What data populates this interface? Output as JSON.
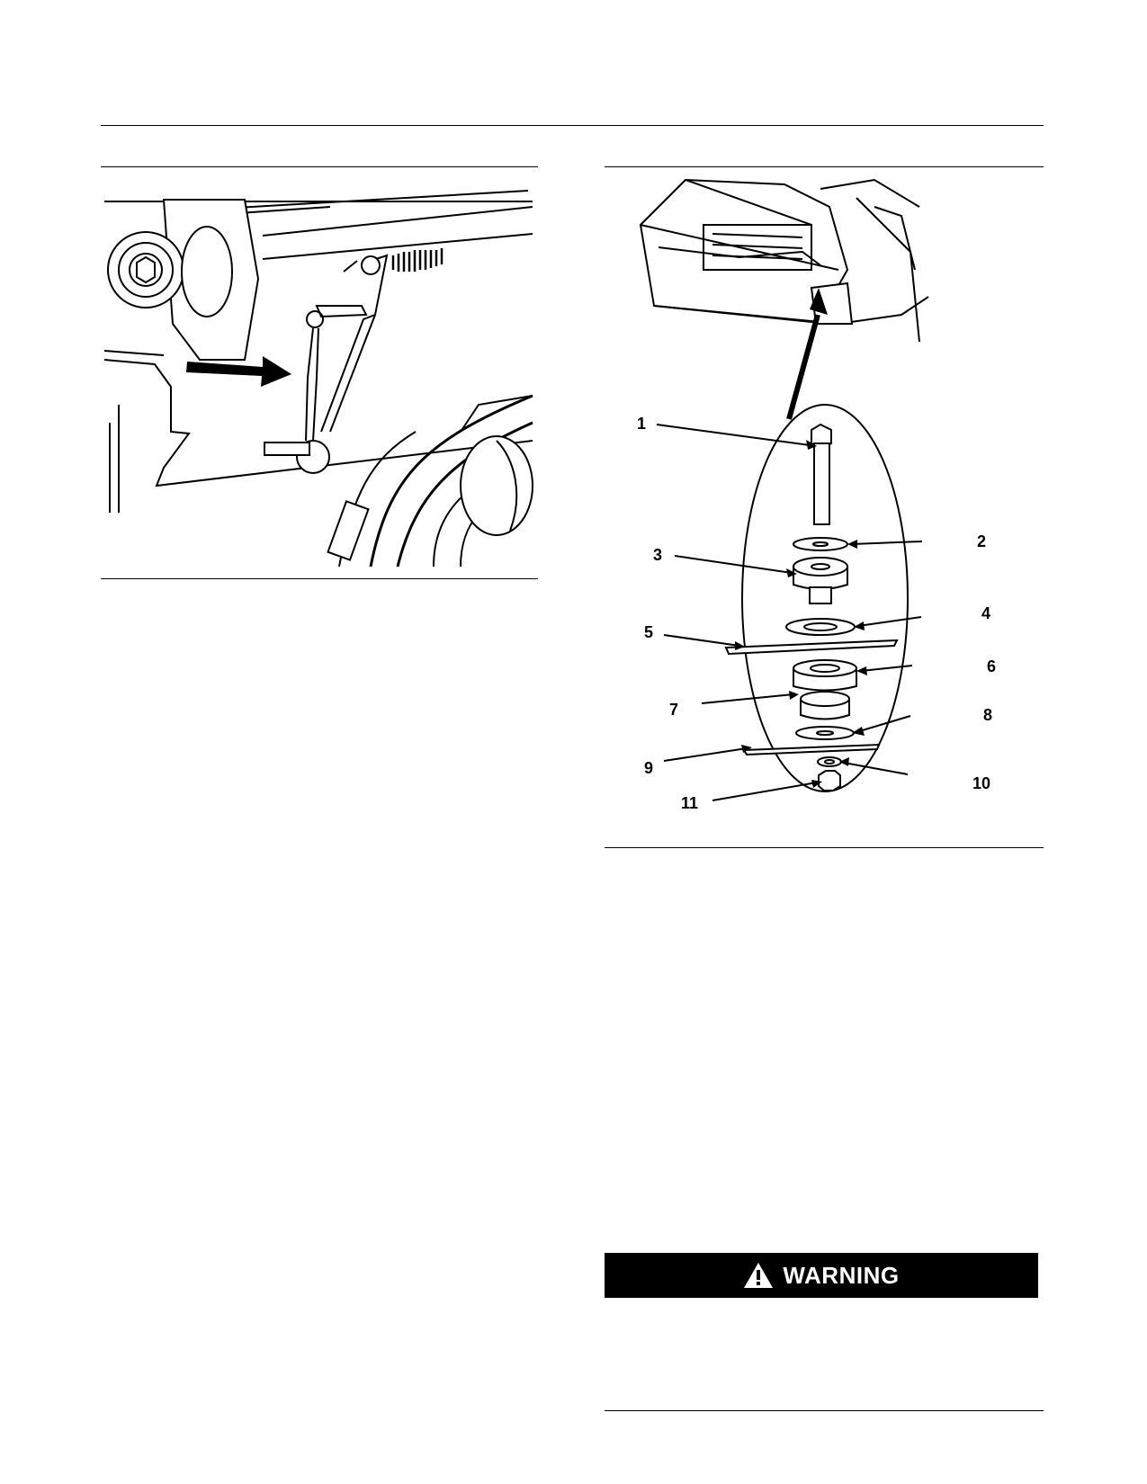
{
  "callouts": {
    "c1": "1",
    "c2": "2",
    "c3": "3",
    "c4": "4",
    "c5": "5",
    "c6": "6",
    "c7": "7",
    "c8": "8",
    "c9": "9",
    "c10": "10",
    "c11": "11"
  },
  "warning": {
    "label": "WARNING",
    "icon": "warning-triangle-icon",
    "background": "#000000",
    "text_color": "#ffffff"
  }
}
